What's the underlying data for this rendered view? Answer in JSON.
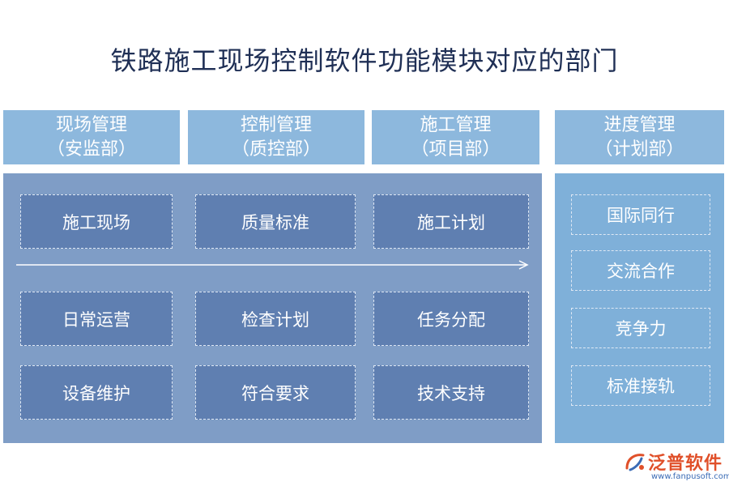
{
  "title": "铁路施工现场控制软件功能模块对应的部门",
  "headers": [
    {
      "line1": "现场管理",
      "line2": "（安监部）"
    },
    {
      "line1": "控制管理",
      "line2": "（质控部）"
    },
    {
      "line1": "施工管理",
      "line2": "（项目部）"
    },
    {
      "line1": "进度管理",
      "line2": "（计划部）"
    }
  ],
  "left_cells": [
    [
      "施工现场",
      "质量标准",
      "施工计划"
    ],
    [
      "日常运营",
      "检查计划",
      "任务分配"
    ],
    [
      "设备维护",
      "符合要求",
      "技术支持"
    ]
  ],
  "right_cells": [
    "国际同行",
    "交流合作",
    "竞争力",
    "标准接轨"
  ],
  "logo": {
    "name": "泛普软件",
    "url": "www.fanpusoft.com"
  },
  "colors": {
    "title": "#1f2f55",
    "header_bg": "#8db8dd",
    "left_panel": "#7f9dc6",
    "left_cell": "#5f7fb1",
    "right_panel": "#7fb0d9",
    "logo_text": "#e0502a"
  },
  "icons": {
    "arrow": "right-arrow-icon",
    "logo": "fanpu-logo-icon"
  }
}
